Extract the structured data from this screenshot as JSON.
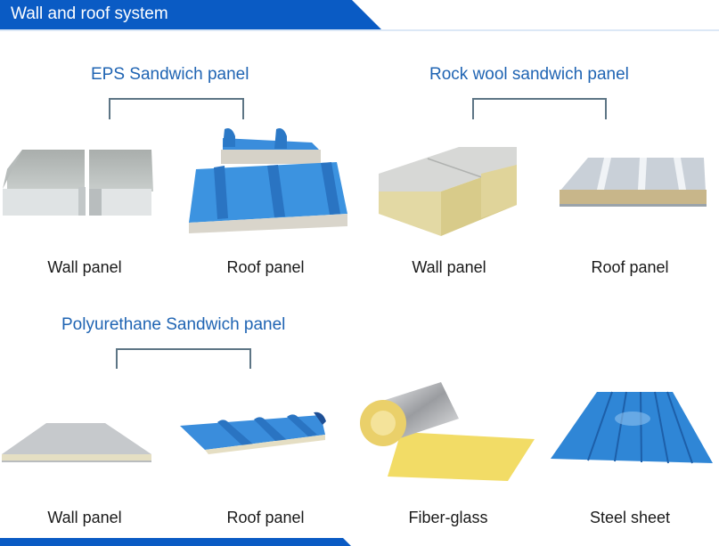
{
  "header": {
    "title": "Wall and roof system",
    "bar_color": "#0a5bc4"
  },
  "groups": [
    {
      "title": "EPS Sandwich panel",
      "items": [
        {
          "label": "Wall panel",
          "image": "eps-wall-panel"
        },
        {
          "label": "Roof panel",
          "image": "eps-roof-panel"
        }
      ]
    },
    {
      "title": "Rock wool sandwich panel",
      "items": [
        {
          "label": "Wall panel",
          "image": "rockwool-wall-panel"
        },
        {
          "label": "Roof panel",
          "image": "rockwool-roof-panel"
        }
      ]
    },
    {
      "title": "Polyurethane Sandwich panel",
      "items": [
        {
          "label": "Wall panel",
          "image": "pu-wall-panel"
        },
        {
          "label": "Roof panel",
          "image": "pu-roof-panel"
        }
      ]
    }
  ],
  "standalone_items": [
    {
      "label": "Fiber-glass",
      "image": "fiberglass-roll"
    },
    {
      "label": "Steel sheet",
      "image": "steel-sheet"
    }
  ],
  "colors": {
    "accent_blue": "#0a5bc4",
    "group_title": "#1f64b3",
    "panel_blue": "#2f86d6",
    "bracket": "#5d7585"
  }
}
